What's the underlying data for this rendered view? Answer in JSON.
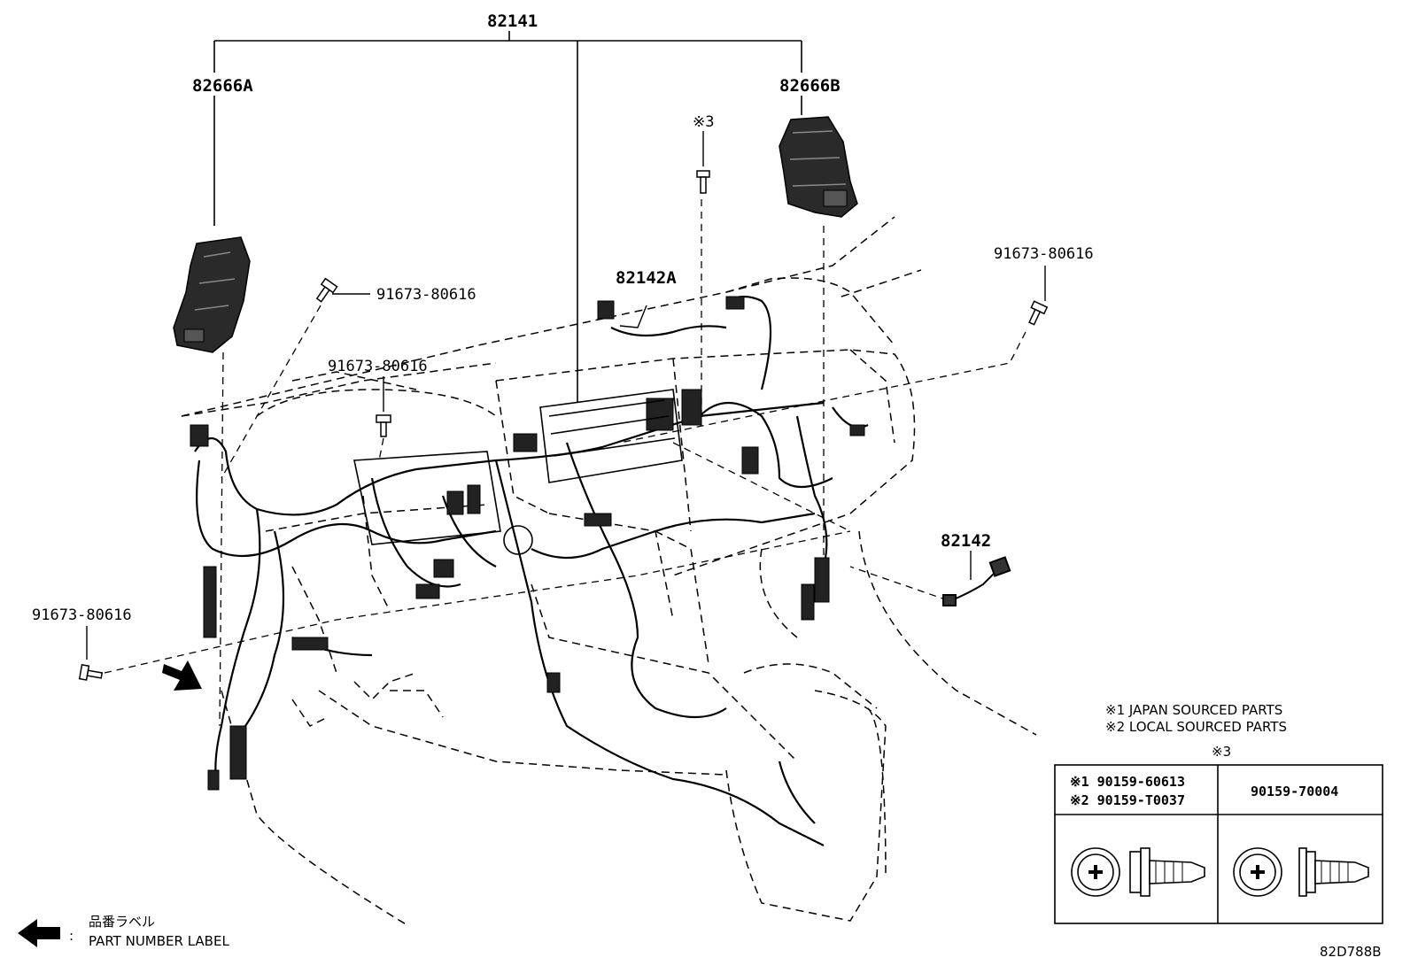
{
  "labels": {
    "assembly": "82141",
    "part_a": "82666A",
    "part_b": "82666B",
    "screw_note": "※3",
    "harness_a": "82142A",
    "harness": "82142",
    "bolt_top_right": "91673-80616",
    "bolt_upper_left": "91673-80616",
    "bolt_center": "91673-80616",
    "bolt_left": "91673-80616"
  },
  "notes": {
    "note1": "※1 JAPAN SOURCED PARTS",
    "note2": "※2 LOCAL SOURCED PARTS",
    "note3": "※3"
  },
  "table": {
    "col1_line1": "※1 90159-60613",
    "col1_line2": "※2 90159-T0037",
    "col2": "90159-70004"
  },
  "legend": {
    "jp": "品番ラベル",
    "colon": ":",
    "en": "PART NUMBER LABEL"
  },
  "diagram_code": "82D788B"
}
